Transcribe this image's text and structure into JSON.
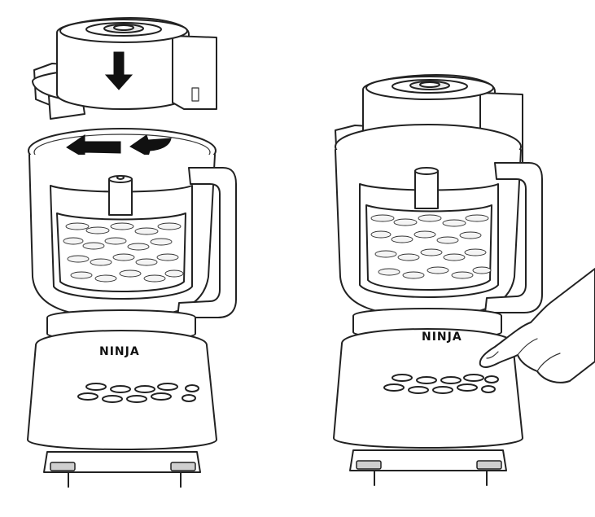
{
  "figure": {
    "panels": [
      {
        "id": "step-lid-install",
        "brand": "NINJA",
        "lid_action": "down",
        "lid_rotation": "left"
      },
      {
        "id": "step-press-button",
        "brand": "NINJA",
        "hand_pressing": true
      }
    ]
  },
  "colors": {
    "outline": "#222222",
    "fill": "#ffffff",
    "shade": "#e9e9e9",
    "arrow": "#111111"
  },
  "icons": [
    "arrow-down-icon",
    "arrow-left-icon",
    "hand-icon"
  ]
}
